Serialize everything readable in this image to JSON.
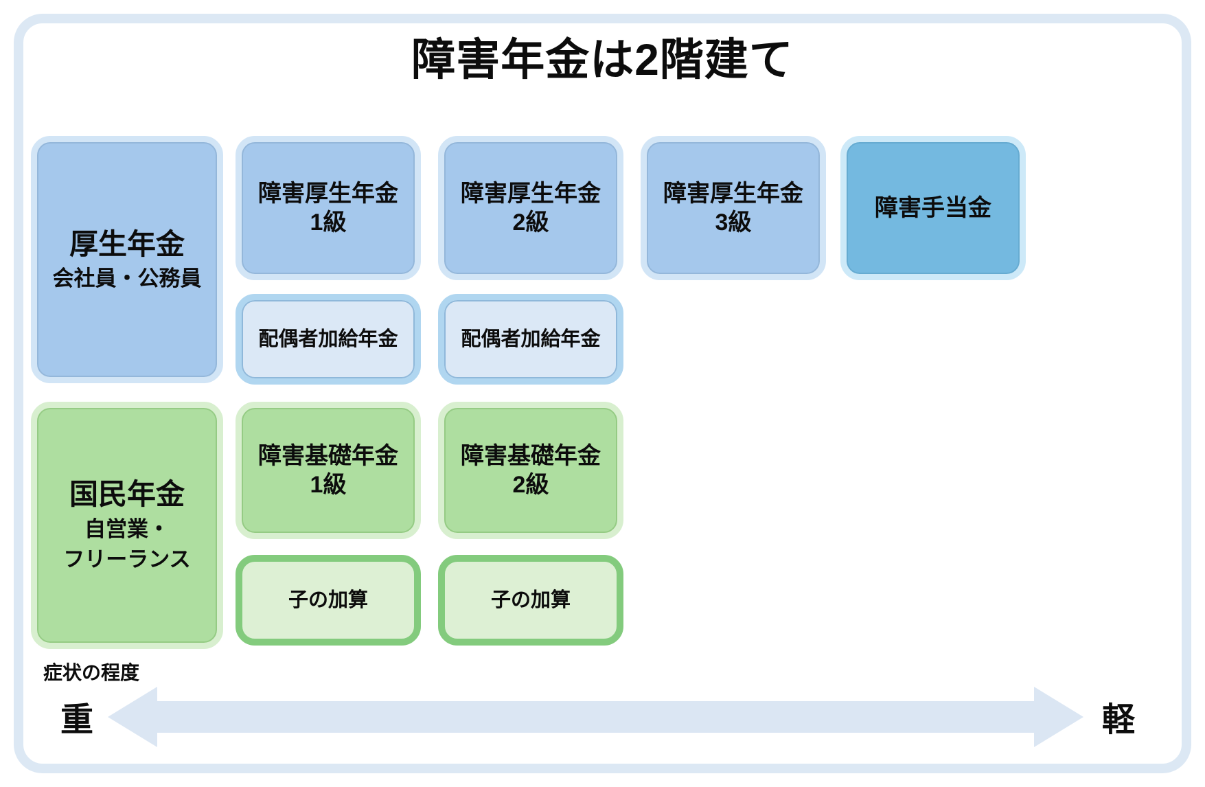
{
  "title": "障害年金は2階建て",
  "upper_tier": {
    "category": {
      "name": "厚生年金",
      "audience": "会社員・公務員"
    },
    "benefits": [
      {
        "name": "障害厚生年金",
        "grade": "1級"
      },
      {
        "name": "障害厚生年金",
        "grade": "2級"
      },
      {
        "name": "障害厚生年金",
        "grade": "3級"
      }
    ],
    "allowance": {
      "name": "障害手当金"
    },
    "additions": [
      {
        "name": "配偶者加給年金"
      },
      {
        "name": "配偶者加給年金"
      }
    ]
  },
  "lower_tier": {
    "category": {
      "name": "国民年金",
      "audience_line1": "自営業・",
      "audience_line2": "フリーランス"
    },
    "benefits": [
      {
        "name": "障害基礎年金",
        "grade": "1級"
      },
      {
        "name": "障害基礎年金",
        "grade": "2級"
      }
    ],
    "additions": [
      {
        "name": "子の加算"
      },
      {
        "name": "子の加算"
      }
    ]
  },
  "severity_axis": {
    "label": "症状の程度",
    "severe": "重",
    "mild": "軽"
  },
  "colors": {
    "blue_fill": "#a5c8ec",
    "blue_border": "#d2e5f6",
    "skyblue_fill": "#74b9e0",
    "paleblue_fill": "#dbe8f6",
    "paleblue_border": "#b0d6f0",
    "green_fill": "#aedea0",
    "green_border": "#d8efcf",
    "palegreen_fill": "#ddf0d4",
    "palegreen_border": "#83cb7d",
    "arrow_fill": "#dbe6f3",
    "frame_border": "#dce8f4",
    "text": "#0c0c0c"
  }
}
